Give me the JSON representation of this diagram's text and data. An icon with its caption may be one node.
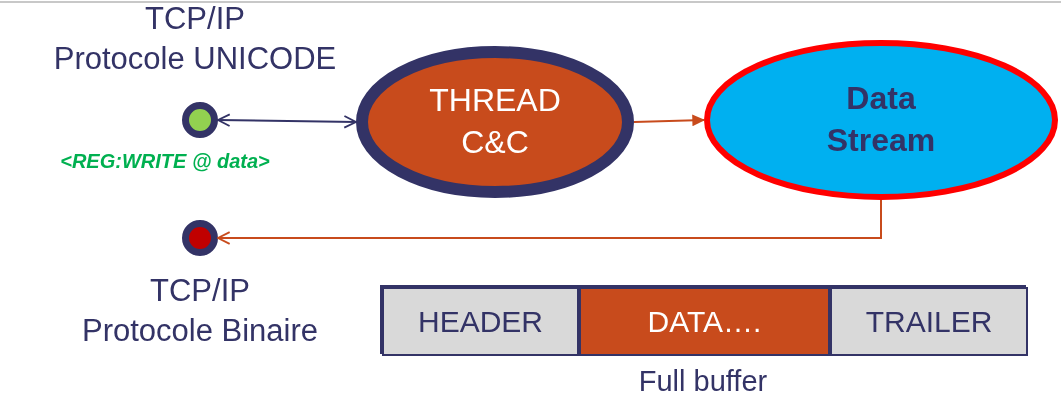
{
  "diagram": {
    "nodes": [
      {
        "text": [
          "TCP/IP",
          "Protocole UNICODE"
        ],
        "beside": [
          "<REG:WRITE @ data>"
        ]
      },
      {
        "text": [
          "THREAD C&C"
        ]
      },
      {
        "text": [
          "Data Stream"
        ]
      },
      {
        "text": [
          "TCP/IP",
          "Protocole Binaire"
        ]
      },
      {
        "text": [
          "Full buffer"
        ]
      },
      {
        "text": [
          "HEADER"
        ],
        "in": 4
      },
      {
        "text": [
          "DATA…."
        ],
        "in": 4
      },
      {
        "text": [
          "TRAILER"
        ],
        "in": 4
      }
    ],
    "edges": [
      {
        "from": 0,
        "to": 1,
        "arrow": "both",
        "color": "#333366"
      },
      {
        "from": 1,
        "to": 2,
        "arrow": "to"
      },
      {
        "from": 2,
        "to": 3,
        "arrow": "to"
      }
    ]
  }
}
